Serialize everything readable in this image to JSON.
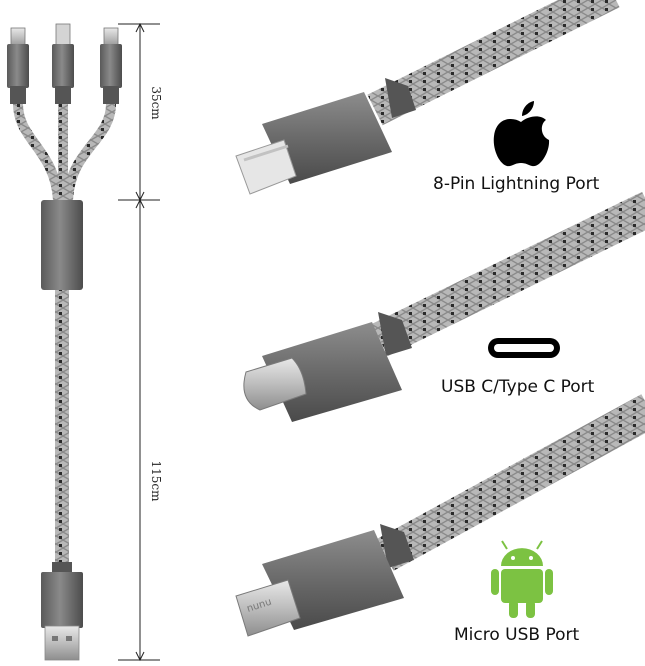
{
  "dimensions": {
    "upper_length": "35cm",
    "lower_length": "115cm"
  },
  "ports": [
    {
      "label": "8-Pin Lightning Port",
      "icon": "apple-logo-icon"
    },
    {
      "label": "USB C/Type C Port",
      "icon": "usb-c-port-icon"
    },
    {
      "label": "Micro USB Port",
      "icon": "android-robot-icon"
    }
  ],
  "connector_engraving": "nunu",
  "colors": {
    "braid_light": "#b9b9b9",
    "braid_dark": "#1c1c1c",
    "housing": "#6e6e6e",
    "metal": "#c9c9c9",
    "android_green": "#7cc242"
  }
}
